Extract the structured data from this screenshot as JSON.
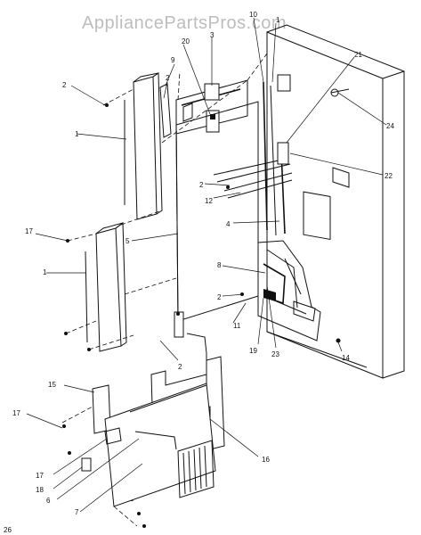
{
  "watermark": "AppliancePartsPros.com",
  "page_number": "26",
  "callouts": {
    "c_2_topleft": "2",
    "c_1_upper": "1",
    "c_17_upper": "17",
    "c_1_lower": "1",
    "c_2_top": "2",
    "c_9": "9",
    "c_20": "20",
    "c_3": "3",
    "c_10": "10",
    "c_1_top": "1",
    "c_21": "21",
    "c_24": "24",
    "c_22": "22",
    "c_2_mid": "2",
    "c_12": "12",
    "c_4": "4",
    "c_5": "5",
    "c_8": "8",
    "c_2_low": "2",
    "c_11": "11",
    "c_19": "19",
    "c_23": "23",
    "c_14": "14",
    "c_2_bottom": "2",
    "c_15": "15",
    "c_17_lower": "17",
    "c_16": "16",
    "c_17_bottom": "17",
    "c_18": "18",
    "c_6": "6",
    "c_7": "7"
  }
}
